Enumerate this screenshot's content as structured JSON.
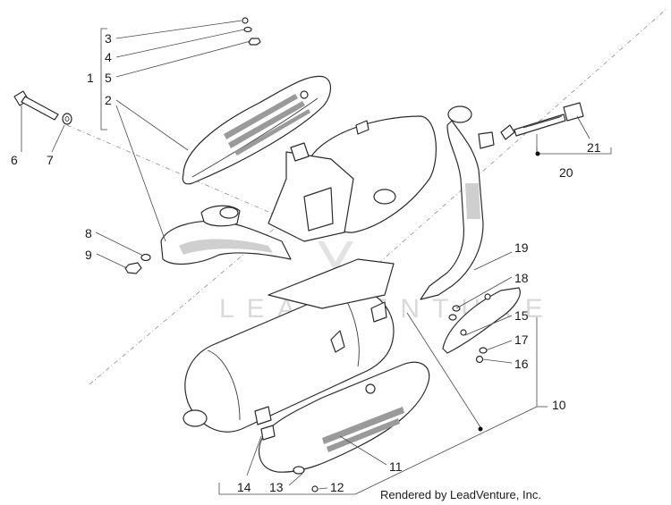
{
  "callouts": {
    "c1": "1",
    "c2": "2",
    "c3": "3",
    "c4": "4",
    "c5": "5",
    "c6": "6",
    "c7": "7",
    "c8": "8",
    "c9": "9",
    "c10": "10",
    "c11": "11",
    "c12": "12",
    "c13": "13",
    "c14": "14",
    "c15": "15",
    "c16": "16",
    "c17": "17",
    "c18": "18",
    "c19": "19",
    "c20": "20",
    "c21": "21"
  },
  "watermark": "LEADVENTURE",
  "credit": "Rendered by LeadVenture, Inc.",
  "colors": {
    "line": "#2b2b2b",
    "shade": "#9a9a9a",
    "watermark": "#d9d9d9",
    "background": "#ffffff"
  }
}
